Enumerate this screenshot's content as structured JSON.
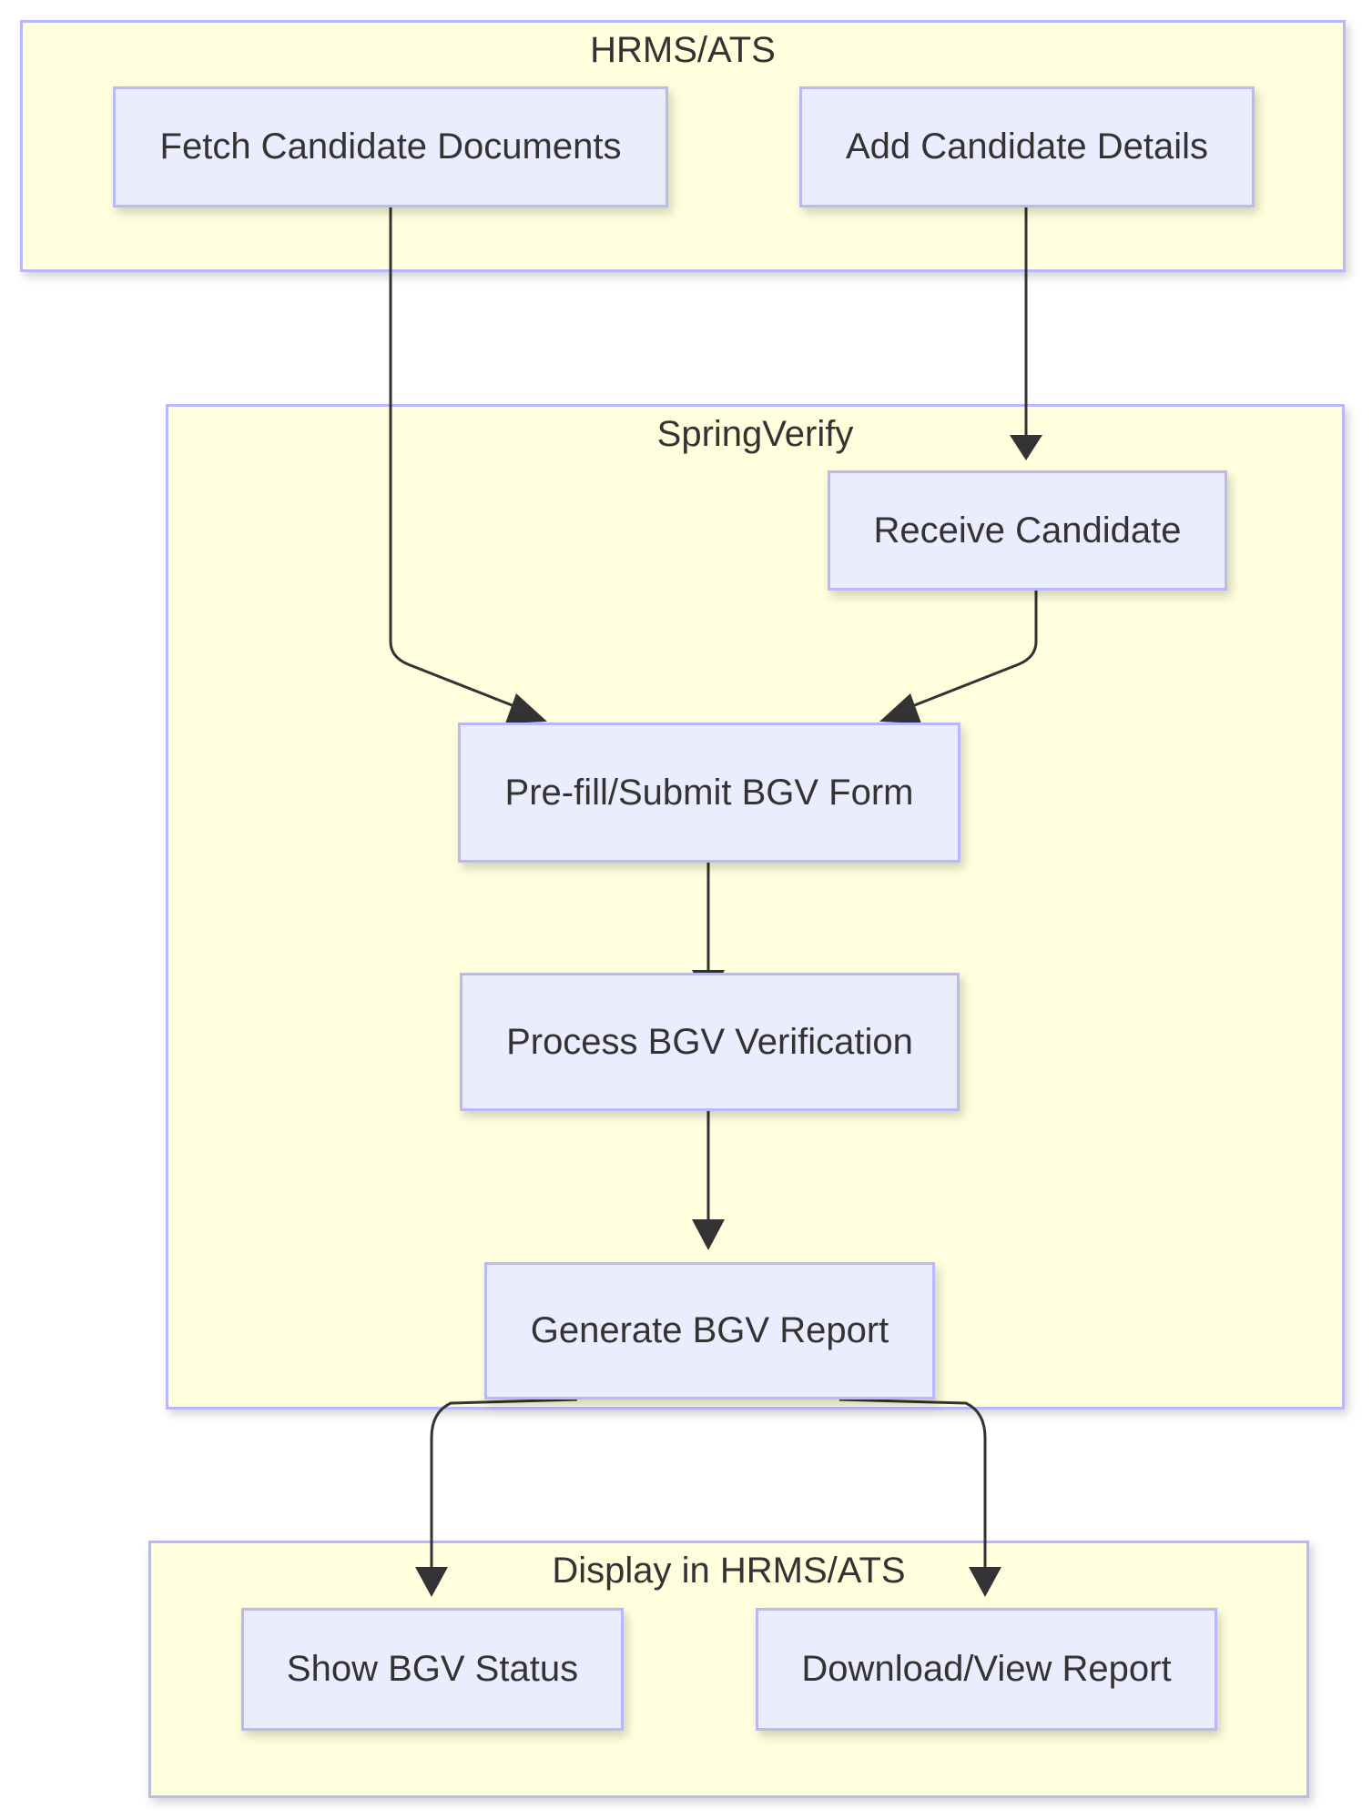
{
  "diagram": {
    "type": "flowchart",
    "colors": {
      "cluster_fill": "#ffffde",
      "cluster_border": "#b8b8fa",
      "node_fill": "#ececff",
      "node_border": "#b8b8fa",
      "text": "#333333",
      "edge": "#333333"
    },
    "clusters": [
      {
        "id": "hrms",
        "title": "HRMS/ATS"
      },
      {
        "id": "springverify",
        "title": "SpringVerify"
      },
      {
        "id": "display",
        "title": "Display in HRMS/ATS"
      }
    ],
    "nodes": [
      {
        "id": "fetch",
        "cluster": "hrms",
        "label": "Fetch Candidate Documents"
      },
      {
        "id": "add",
        "cluster": "hrms",
        "label": "Add Candidate Details"
      },
      {
        "id": "receive",
        "cluster": "springverify",
        "label": "Receive Candidate"
      },
      {
        "id": "prefill",
        "cluster": "springverify",
        "label": "Pre-fill/Submit BGV Form"
      },
      {
        "id": "process",
        "cluster": "springverify",
        "label": "Process BGV Verification"
      },
      {
        "id": "generate",
        "cluster": "springverify",
        "label": "Generate BGV Report"
      },
      {
        "id": "status",
        "cluster": "display",
        "label": "Show BGV Status"
      },
      {
        "id": "download",
        "cluster": "display",
        "label": "Download/View Report"
      }
    ],
    "edges": [
      {
        "from": "add",
        "to": "receive"
      },
      {
        "from": "fetch",
        "to": "prefill"
      },
      {
        "from": "receive",
        "to": "prefill"
      },
      {
        "from": "prefill",
        "to": "process"
      },
      {
        "from": "process",
        "to": "generate"
      },
      {
        "from": "generate",
        "to": "status"
      },
      {
        "from": "generate",
        "to": "download"
      }
    ]
  }
}
